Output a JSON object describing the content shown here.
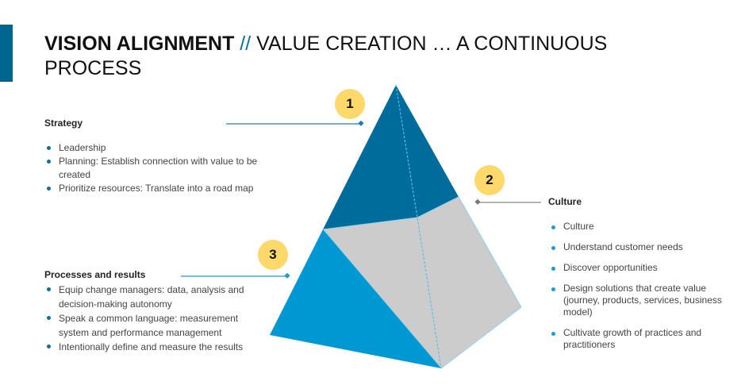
{
  "title": {
    "bold": "VISION ALIGNMENT",
    "sep": " // ",
    "rest": "VALUE CREATION … A CONTINUOUS PROCESS"
  },
  "strategy": {
    "heading": "Strategy",
    "items": [
      "Leadership",
      "Planning: Establish connection with value to be created",
      "Prioritize resources: Translate into a road map"
    ]
  },
  "processes": {
    "heading": "Processes and results",
    "items": [
      "Equip change managers: data, analysis and decision-making autonomy",
      "Speak a common language: measurement system and performance management",
      "Intentionally define and measure the results"
    ]
  },
  "culture": {
    "heading": "Culture",
    "items": [
      "Culture",
      "Understand customer needs",
      "Discover opportunities",
      "Design solutions that create value (journey, products, services, business model)",
      "Cultivate growth of practices and practitioners"
    ]
  },
  "markers": [
    "1",
    "2",
    "3"
  ],
  "colors": {
    "dark": "#006c9b",
    "light": "#0098d3",
    "grey": "#cccccc",
    "marker": "#fdd86a"
  }
}
